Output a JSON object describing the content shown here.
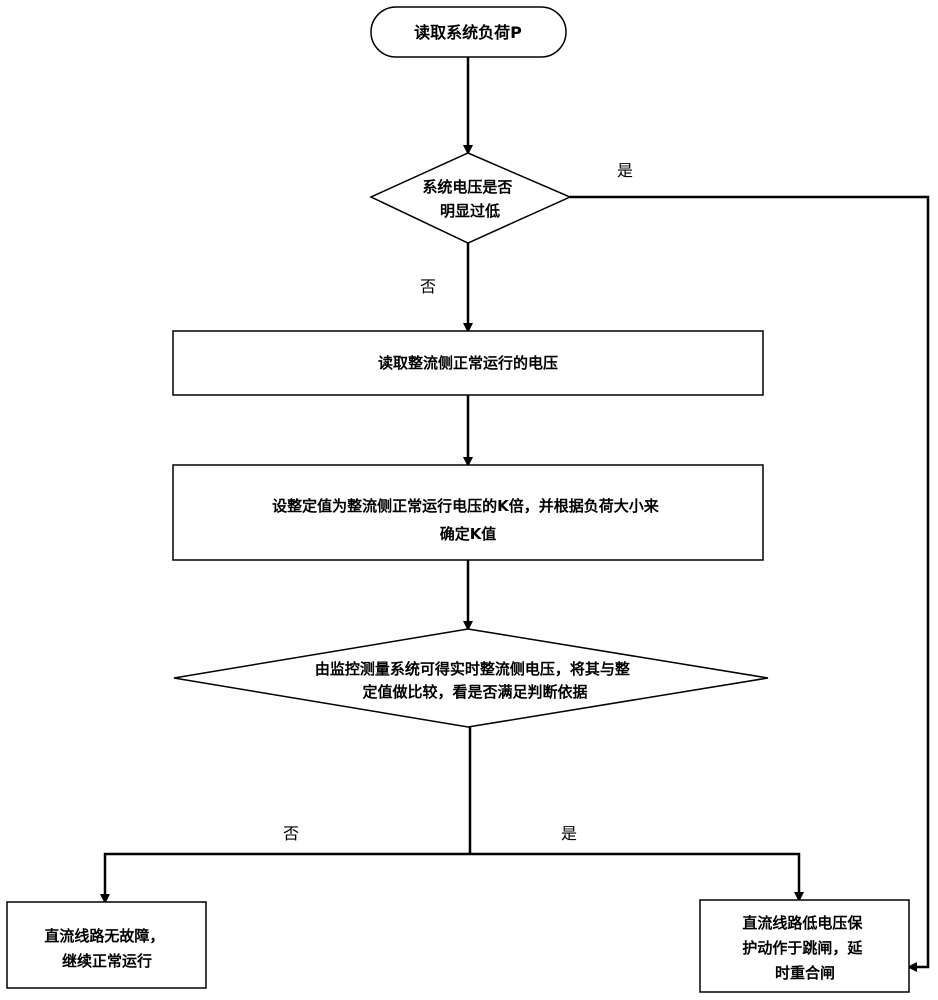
{
  "nodes": {
    "start": [
      "读取系统负荷P"
    ],
    "decision_voltage": [
      "系统电压是否",
      "明显过低"
    ],
    "read_rectifier": [
      "读取整流侧正常运行的电压"
    ],
    "set_value": [
      "设整定值为整流侧正常运行电压的K倍，并根据负荷大小来",
      "确定K值"
    ],
    "decision_compare": [
      "由监控测量系统可得实时整流侧电压，将其与整",
      "定值做比较，看是否满足判断依据"
    ],
    "no_fault": [
      "直流线路无故障，",
      "继续正常运行"
    ],
    "trip": [
      "直流线路低电压保",
      "护动作于跳闸，延",
      "时重合闸"
    ]
  },
  "edge_labels": {
    "voltage_yes": "是",
    "voltage_no": "否",
    "compare_no": "否",
    "compare_yes": "是"
  },
  "colors": {
    "stroke": "#000000",
    "fill": "#ffffff"
  }
}
